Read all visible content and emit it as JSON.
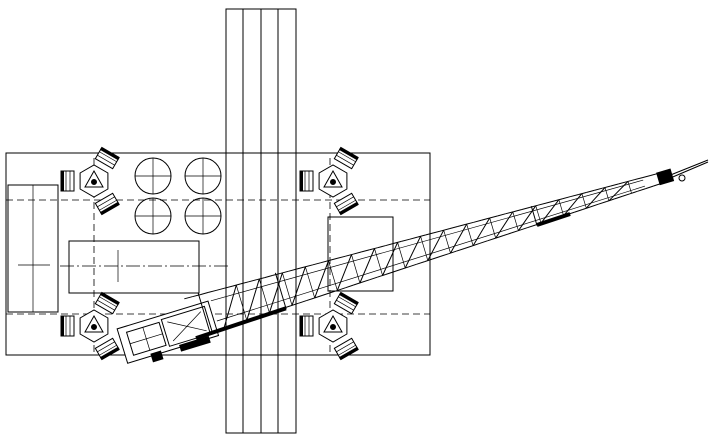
{
  "drawing": {
    "type": "crane plan view line drawing",
    "line_color": "#000000",
    "background_color": "#ffffff"
  },
  "components": {
    "mat_strips": 4,
    "outrigger_pads": 4,
    "ballast_circles": 4,
    "boom_lattice_segments": 18
  }
}
